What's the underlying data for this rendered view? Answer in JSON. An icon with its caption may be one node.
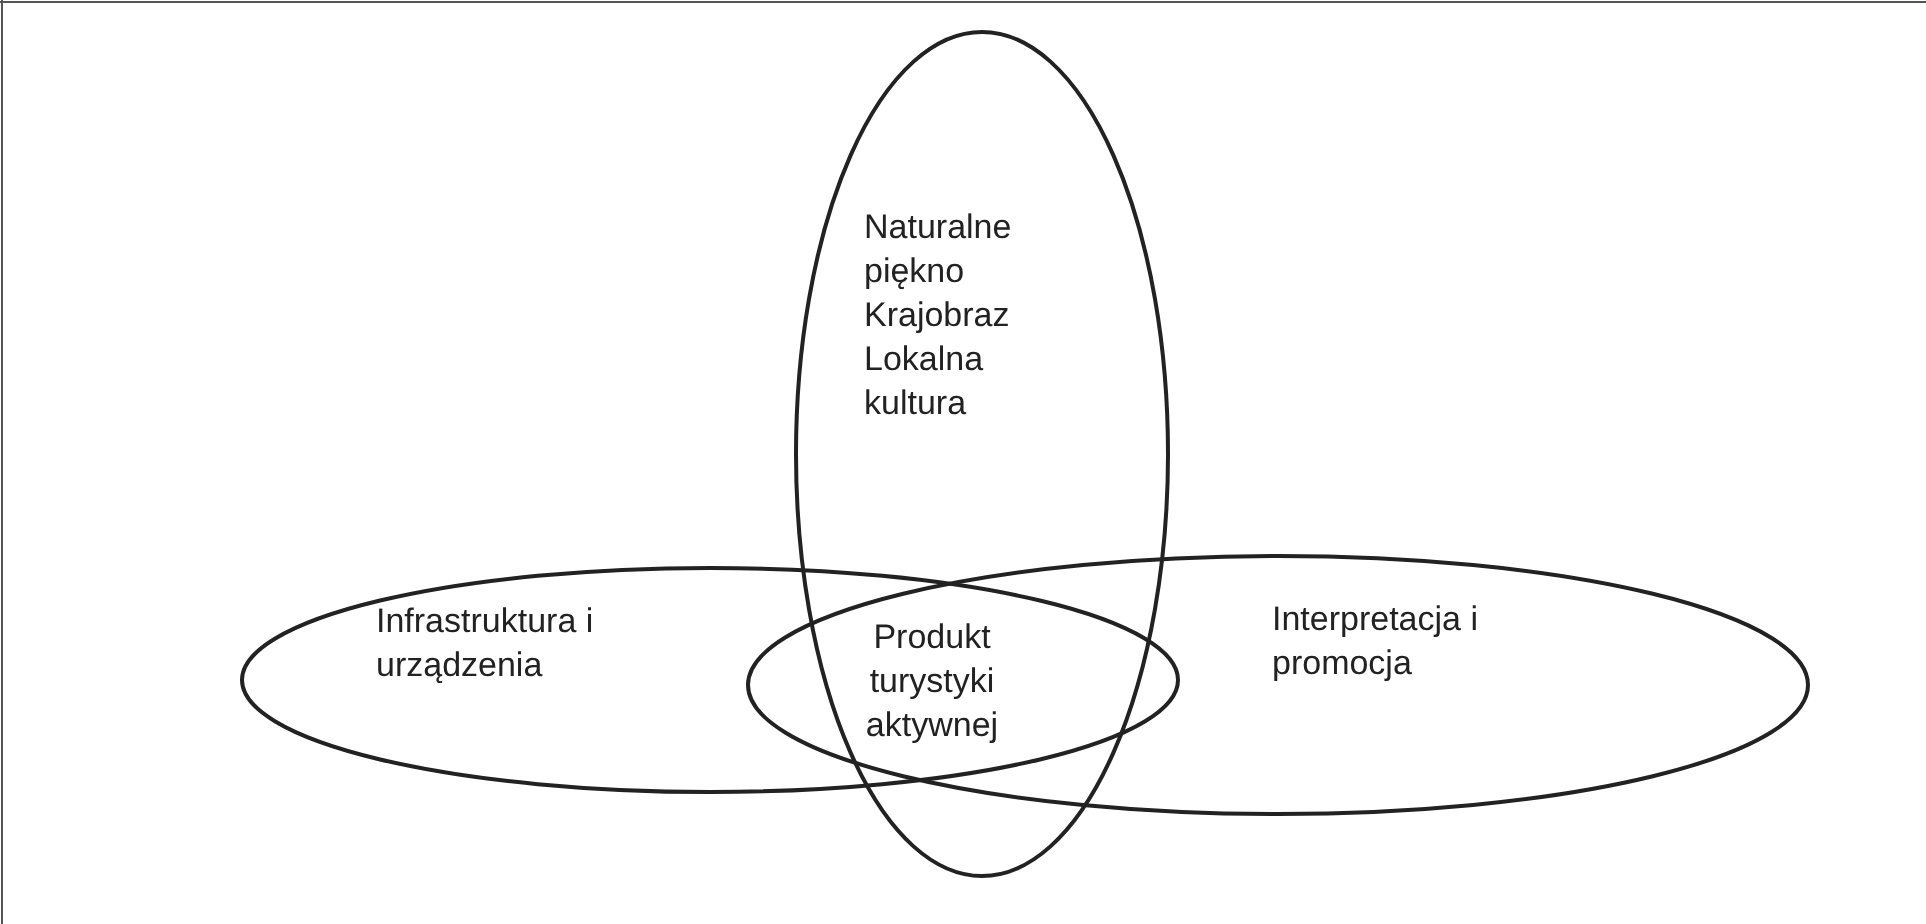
{
  "diagram": {
    "nodes": [
      {
        "text": [
          "Naturalne piękno",
          "Krajobraz",
          "Lokalna kultura"
        ]
      },
      {
        "text": [
          "Infrastruktura i urządzenia"
        ]
      },
      {
        "text": [
          "Interpretacja i promocja"
        ]
      }
    ],
    "labels": [
      "Produkt turystyki aktywnej"
    ]
  }
}
